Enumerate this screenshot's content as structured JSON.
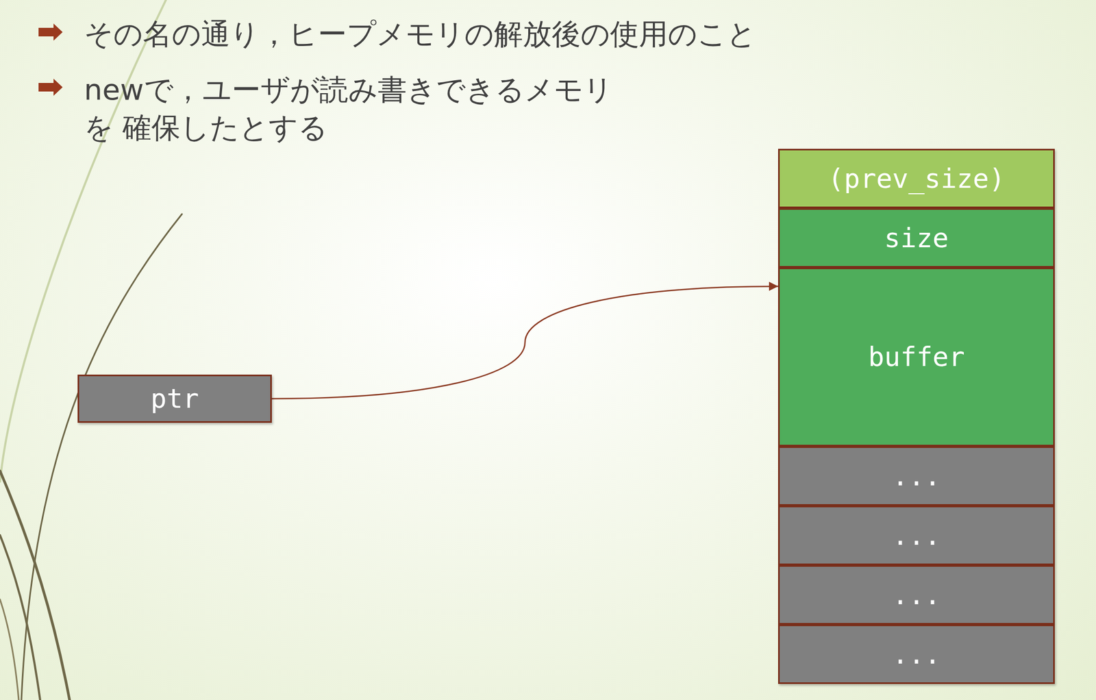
{
  "diagram": {
    "nodes": [
      {
        "text": [
          "(prev_size)"
        ]
      },
      {
        "text": [
          "size"
        ]
      },
      {
        "text": [
          "buffer"
        ]
      },
      {
        "text": [
          "..."
        ]
      },
      {
        "text": [
          "..."
        ]
      },
      {
        "text": [
          "..."
        ]
      },
      {
        "text": [
          "..."
        ]
      },
      {
        "text": [
          "ptr"
        ]
      }
    ],
    "edges": [
      {
        "from": 7,
        "to": 2,
        "arrow": "to"
      }
    ],
    "labels": [
      "その名の通り，ヒープメモリの解放後の使用のこと",
      "newで，ユーザが読み書きできるメモリを 確保したとする"
    ]
  }
}
